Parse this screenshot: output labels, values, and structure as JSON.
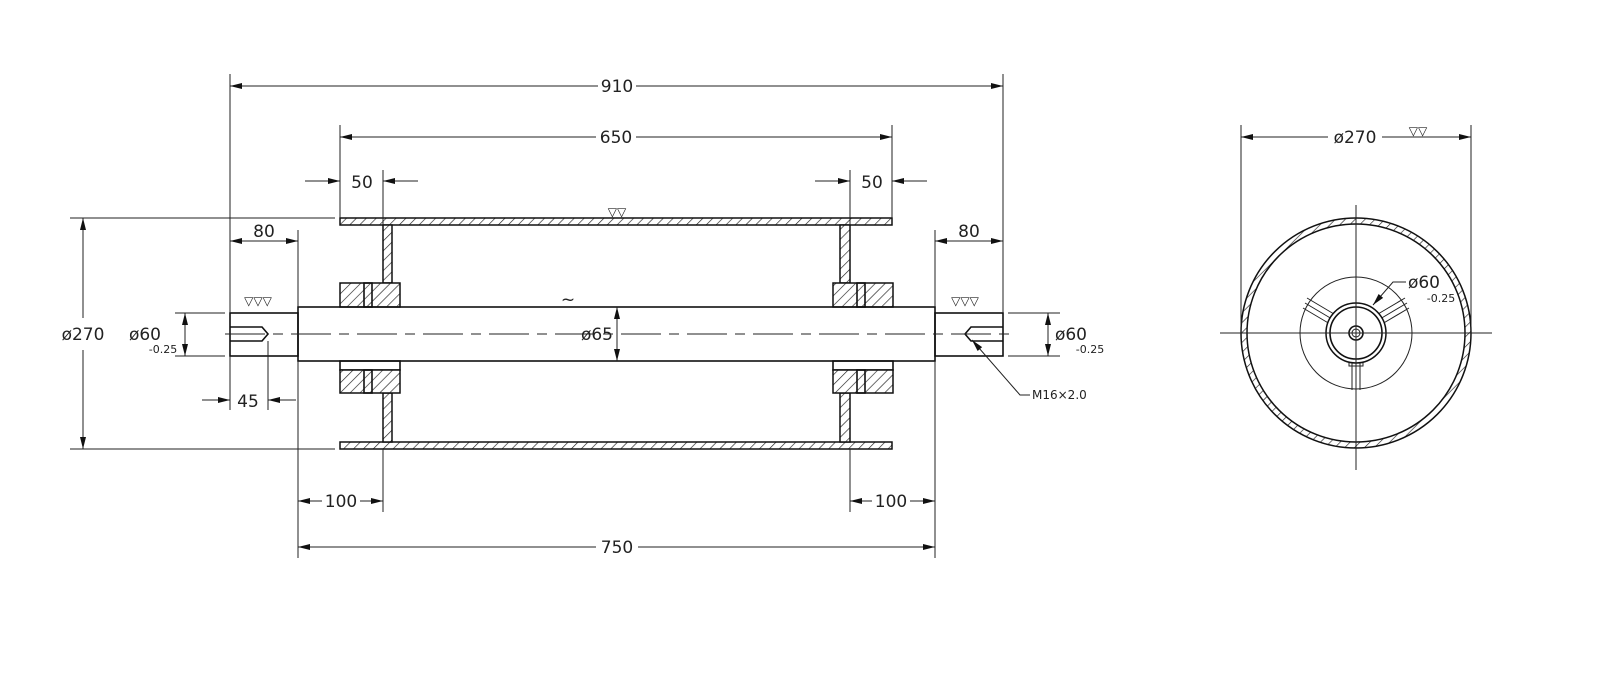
{
  "drawing": {
    "title": "Roller assembly drawing",
    "dimensions": {
      "overall_length": "910",
      "tube_length": "650",
      "web_offset_left": "50",
      "web_offset_right": "50",
      "journal_left": "80",
      "journal_right": "80",
      "tube_diameter": "ø270",
      "journal_diameter_left": "ø60",
      "journal_tol_left": "-0.25",
      "journal_diameter_right": "ø60",
      "journal_tol_right": "-0.25",
      "shaft_diameter": "ø65",
      "approx_symbol": "~",
      "thread_depth": "45",
      "hub_offset_left": "100",
      "hub_offset_right": "100",
      "shaft_length": "750",
      "thread_label": "M16×2.0"
    },
    "end_view": {
      "outer_diameter": "ø270",
      "hub_diameter": "ø60",
      "hub_tol": "-0.25"
    },
    "surface_marks": {
      "fine": "▽▽▽",
      "medium": "▽▽"
    }
  }
}
